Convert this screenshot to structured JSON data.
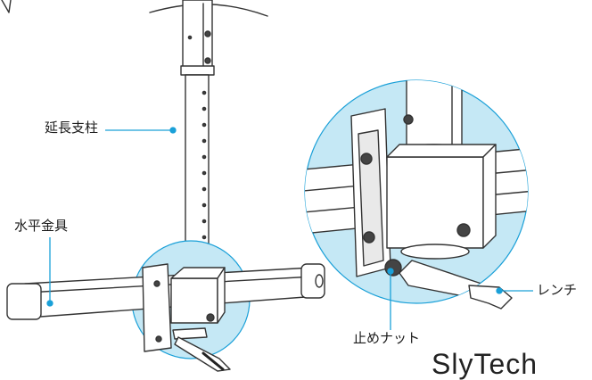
{
  "labels": {
    "extension_pole": "延長支柱",
    "horizontal_bracket": "水平金具",
    "wrench": "レンチ",
    "lock_nut": "止めナット"
  },
  "watermark": "SlyTech",
  "colors": {
    "leader_line": "#1aa0d8",
    "detail_circle_fill": "#c5e8f5",
    "detail_circle_stroke": "#1aa0d8",
    "line_art": "#333333"
  }
}
